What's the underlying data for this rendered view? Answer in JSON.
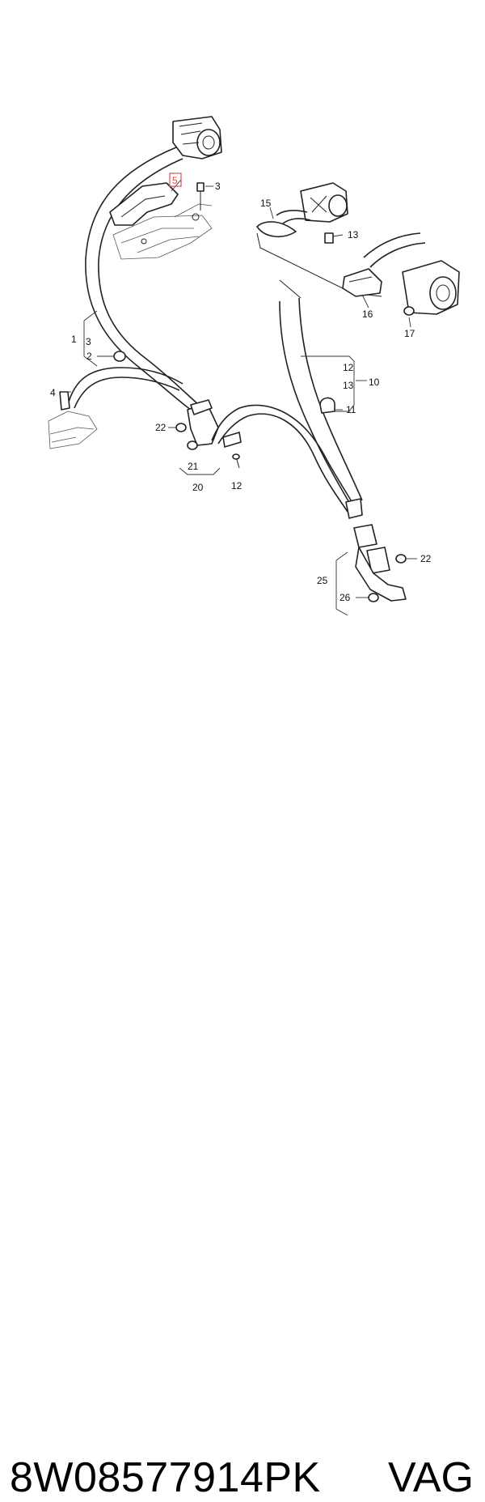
{
  "callouts": {
    "c1": "1",
    "c2": "2",
    "c3a": "3",
    "c3b": "3",
    "c4": "4",
    "c5": "5",
    "c10": "10",
    "c11": "11",
    "c12a": "12",
    "c12b": "12",
    "c13a": "13",
    "c13b": "13",
    "c15": "15",
    "c16": "16",
    "c17": "17",
    "c20": "20",
    "c21": "21",
    "c22a": "22",
    "c22b": "22",
    "c25": "25",
    "c26": "26"
  },
  "highlight_color": "#d9534f",
  "caption": {
    "part_number": "8W08577914PK",
    "brand": "VAG"
  }
}
